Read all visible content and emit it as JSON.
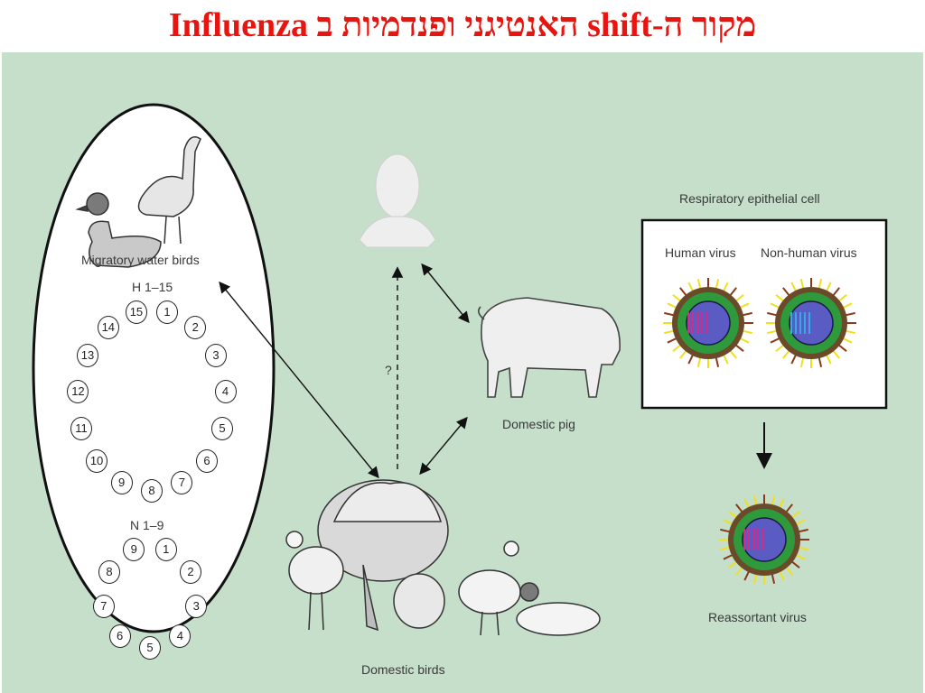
{
  "title": "מקור ה-shift האנטיגני ופנדמיות ב Influenza",
  "labels": {
    "migratory": "Migratory water birds",
    "h_range": "H 1–15",
    "n_range": "N 1–9",
    "domestic_pig": "Domestic pig",
    "domestic_birds": "Domestic birds",
    "question": "?",
    "cell_title": "Respiratory epithelial cell",
    "human_virus": "Human virus",
    "nonhuman_virus": "Non-human virus",
    "reassortant": "Reassortant virus"
  },
  "h_subtypes": [
    "1",
    "2",
    "3",
    "4",
    "5",
    "6",
    "7",
    "8",
    "9",
    "10",
    "11",
    "12",
    "13",
    "14",
    "15"
  ],
  "n_subtypes": [
    "1",
    "2",
    "3",
    "4",
    "5",
    "6",
    "7",
    "8",
    "9"
  ],
  "colors": {
    "title": "#e8140f",
    "background": "#c5dfcb",
    "virus_envelope": "#2e9a3c",
    "virus_core": "#5a5cc4",
    "spike": "#f0e020"
  }
}
